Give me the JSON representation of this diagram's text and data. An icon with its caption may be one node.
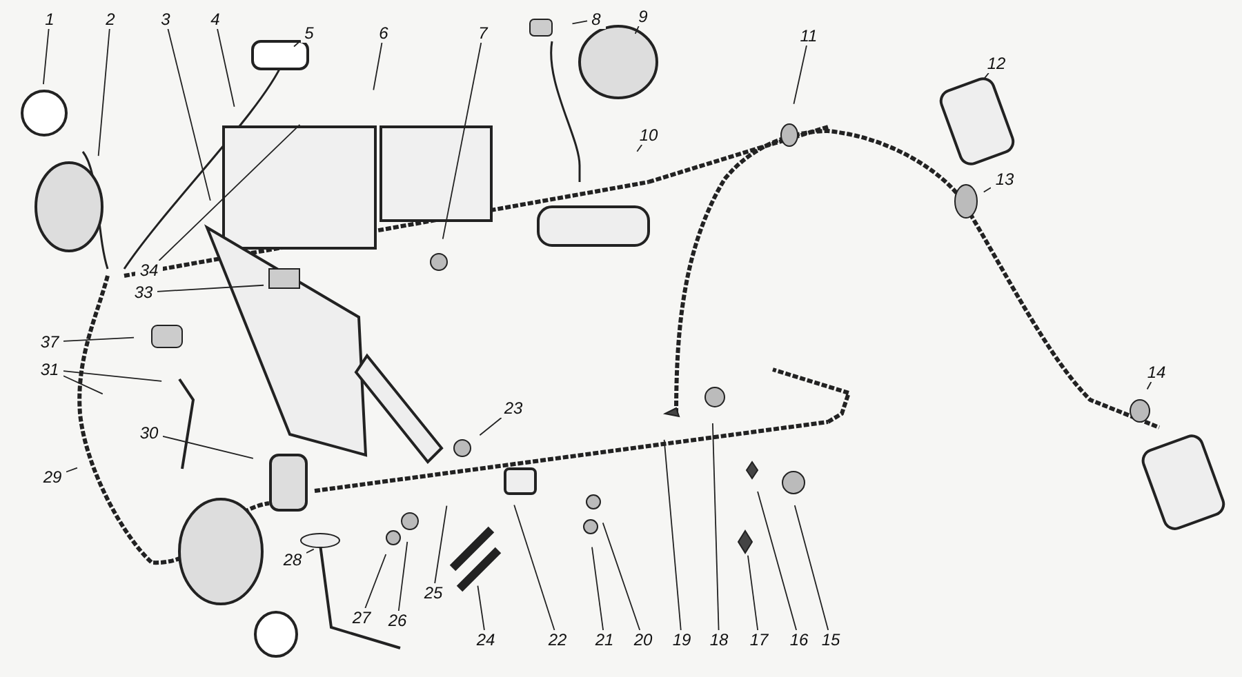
{
  "diagram": {
    "nodes": [
      {
        "text": [
          "1"
        ]
      },
      {
        "text": [
          "2"
        ]
      },
      {
        "text": [
          "3"
        ]
      },
      {
        "text": [
          "4"
        ]
      },
      {
        "text": [
          "5"
        ]
      },
      {
        "text": [
          "6"
        ]
      },
      {
        "text": [
          "7"
        ]
      },
      {
        "text": [
          "8"
        ]
      },
      {
        "text": [
          "9"
        ]
      },
      {
        "text": [
          "10"
        ]
      },
      {
        "text": [
          "11"
        ]
      },
      {
        "text": [
          "12"
        ]
      },
      {
        "text": [
          "13"
        ]
      },
      {
        "text": [
          "14"
        ]
      },
      {
        "text": [
          "15"
        ]
      },
      {
        "text": [
          "16"
        ]
      },
      {
        "text": [
          "17"
        ]
      },
      {
        "text": [
          "18"
        ]
      },
      {
        "text": [
          "19"
        ]
      },
      {
        "text": [
          "20"
        ]
      },
      {
        "text": [
          "21"
        ]
      },
      {
        "text": [
          "22"
        ]
      },
      {
        "text": [
          "23"
        ]
      },
      {
        "text": [
          "24"
        ]
      },
      {
        "text": [
          "25"
        ]
      },
      {
        "text": [
          "26"
        ]
      },
      {
        "text": [
          "27"
        ]
      },
      {
        "text": [
          "28"
        ]
      },
      {
        "text": [
          "29"
        ]
      },
      {
        "text": [
          "30"
        ]
      },
      {
        "text": [
          "31"
        ]
      },
      {
        "text": [
          "33"
        ]
      },
      {
        "text": [
          "34"
        ]
      },
      {
        "text": [
          "37"
        ]
      }
    ],
    "edges": [
      {
        "from": 0,
        "to": null,
        "arrow": "none"
      },
      {
        "from": 1,
        "to": null,
        "arrow": "none"
      },
      {
        "from": 2,
        "to": null,
        "arrow": "none"
      },
      {
        "from": 3,
        "to": null,
        "arrow": "none"
      },
      {
        "from": 4,
        "to": null,
        "arrow": "none"
      },
      {
        "from": 5,
        "to": null,
        "arrow": "none"
      },
      {
        "from": 6,
        "to": null,
        "arrow": "none"
      },
      {
        "from": 7,
        "to": null,
        "arrow": "none"
      },
      {
        "from": 8,
        "to": null,
        "arrow": "none"
      },
      {
        "from": 9,
        "to": null,
        "arrow": "none"
      },
      {
        "from": 10,
        "to": null,
        "arrow": "none"
      },
      {
        "from": 11,
        "to": null,
        "arrow": "none"
      },
      {
        "from": 12,
        "to": null,
        "arrow": "none"
      },
      {
        "from": 13,
        "to": null,
        "arrow": "none"
      },
      {
        "from": 14,
        "to": null,
        "arrow": "none"
      },
      {
        "from": 15,
        "to": null,
        "arrow": "none"
      },
      {
        "from": 16,
        "to": null,
        "arrow": "none"
      },
      {
        "from": 17,
        "to": null,
        "arrow": "none"
      },
      {
        "from": 18,
        "to": null,
        "arrow": "none"
      },
      {
        "from": 19,
        "to": null,
        "arrow": "none"
      },
      {
        "from": 20,
        "to": null,
        "arrow": "none"
      },
      {
        "from": 21,
        "to": null,
        "arrow": "none"
      },
      {
        "from": 22,
        "to": null,
        "arrow": "none"
      },
      {
        "from": 23,
        "to": null,
        "arrow": "none"
      },
      {
        "from": 24,
        "to": null,
        "arrow": "none"
      },
      {
        "from": 25,
        "to": null,
        "arrow": "none"
      },
      {
        "from": 26,
        "to": null,
        "arrow": "none"
      },
      {
        "from": 27,
        "to": null,
        "arrow": "none"
      },
      {
        "from": 28,
        "to": null,
        "arrow": "none"
      },
      {
        "from": 29,
        "to": null,
        "arrow": "none"
      },
      {
        "from": 30,
        "to": null,
        "arrow": "none"
      },
      {
        "from": 30,
        "to": null,
        "arrow": "none"
      },
      {
        "from": 31,
        "to": null,
        "arrow": "none"
      },
      {
        "from": 32,
        "to": null,
        "arrow": "none"
      },
      {
        "from": 33,
        "to": null,
        "arrow": "none"
      }
    ]
  }
}
